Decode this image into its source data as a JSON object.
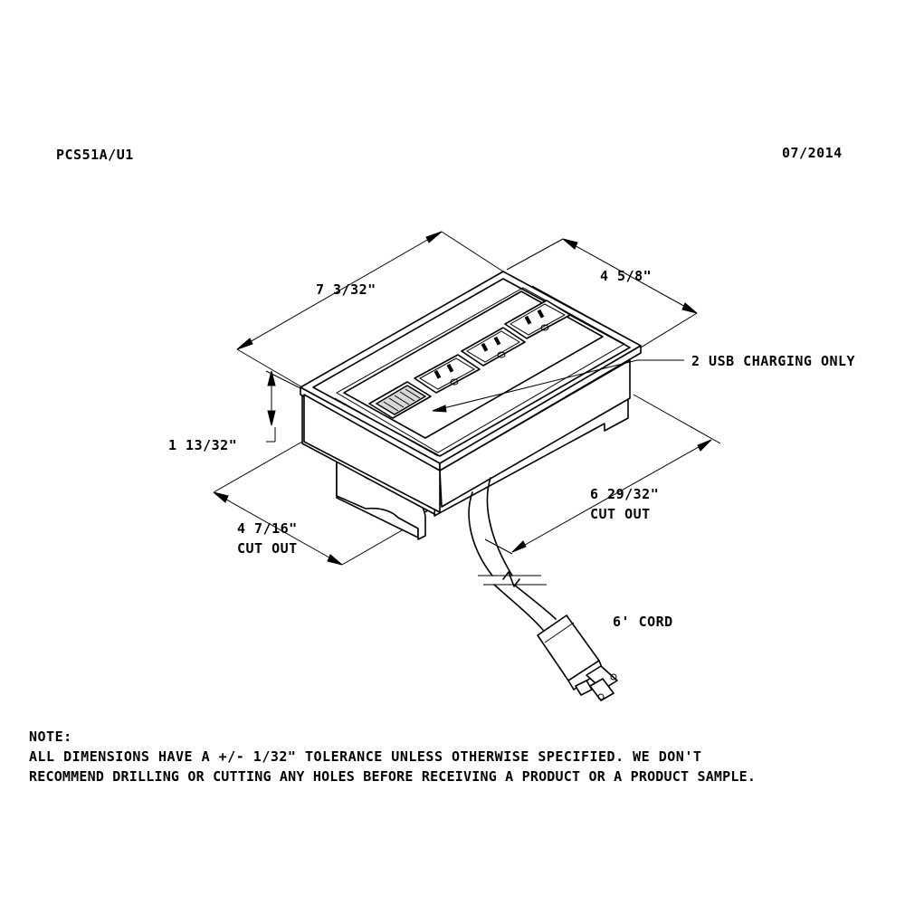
{
  "header": {
    "model": "PCS51A/U1",
    "date": "07/2014"
  },
  "dimensions": {
    "length": "7 3/32\"",
    "width": "4 5/8\"",
    "height": "1 13/32\"",
    "cutout_width_value": "4 7/16\"",
    "cutout_width_label": "CUT OUT",
    "cutout_length_value": "6 29/32\"",
    "cutout_length_label": "CUT OUT"
  },
  "callouts": {
    "usb": "2 USB CHARGING ONLY",
    "cord": "6' CORD"
  },
  "note": {
    "heading": "NOTE:",
    "line1": "ALL DIMENSIONS HAVE A +/- 1/32\" TOLERANCE UNLESS OTHERWISE SPECIFIED. WE DON'T",
    "line2": "RECOMMEND DRILLING OR CUTTING ANY HOLES BEFORE RECEIVING A PRODUCT OR A PRODUCT SAMPLE."
  }
}
